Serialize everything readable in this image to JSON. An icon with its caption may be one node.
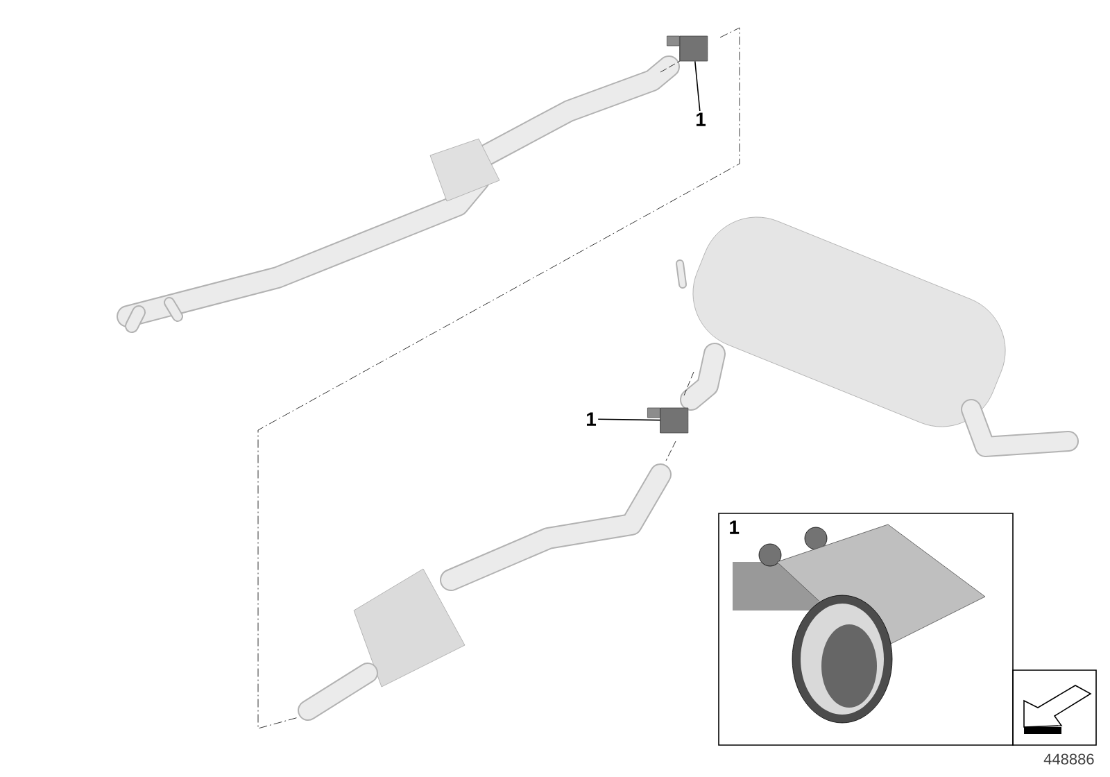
{
  "diagram": {
    "nodes": [
      {
        "text": [
          "1"
        ]
      },
      {
        "text": [],
        "shape": "cylinder"
      },
      {
        "text": [
          "1"
        ]
      },
      {
        "text": [],
        "shape": "cylinder"
      },
      {
        "text": [
          "1"
        ]
      }
    ],
    "edges": [
      {
        "from": 0,
        "to": 1,
        "arrow": "none"
      },
      {
        "from": 2,
        "to": 3,
        "arrow": "none"
      }
    ],
    "labels": [
      "448886"
    ]
  }
}
